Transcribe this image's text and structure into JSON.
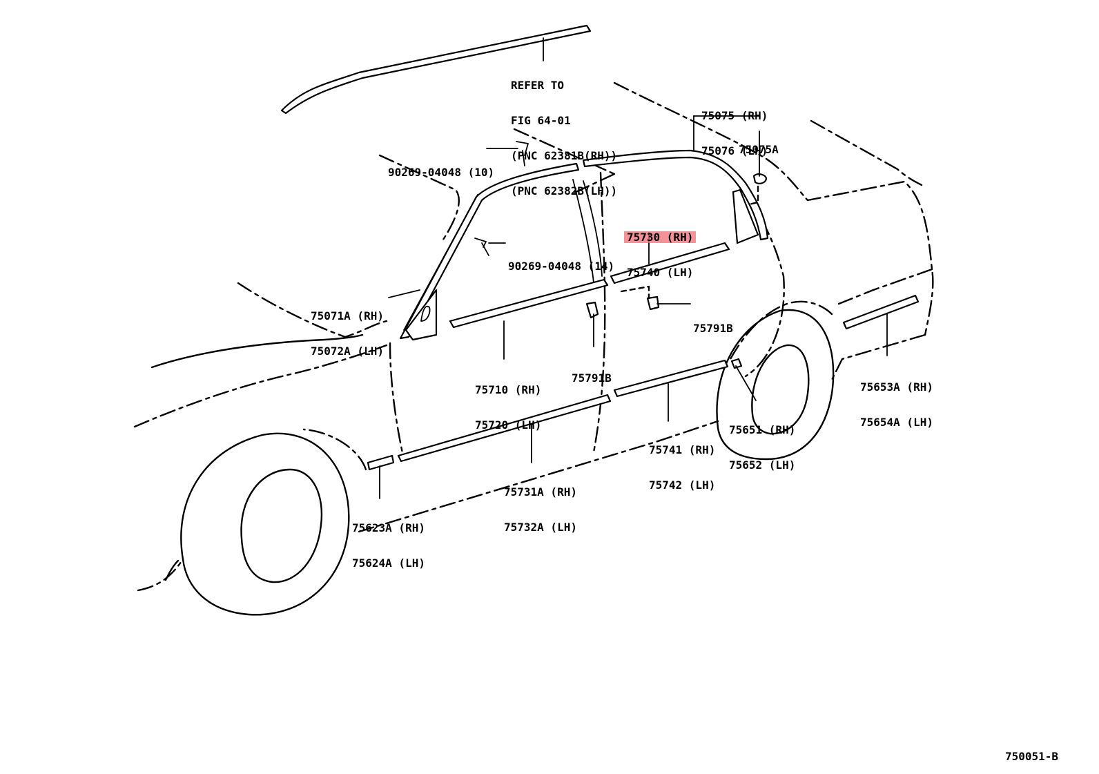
{
  "labels": {
    "refer_line1": "REFER TO",
    "refer_line2": "FIG 64-01",
    "refer_line3": "(PNC 62381B(RH))",
    "refer_line4": "(PNC 62382B(LH))",
    "p75075": "75075 (RH)",
    "p75076": "75076 (LH)",
    "p75075A": "75075A",
    "p90269_a": "90269-04048 (10)",
    "p90269_b": "90269-04048 (14)",
    "p75730": "75730 (RH)",
    "p75740": "75740 (LH)",
    "p75071A": "75071A (RH)",
    "p75072A": "75072A (LH)",
    "p75791B_a": "75791B",
    "p75791B_b": "75791B",
    "p75710": "75710 (RH)",
    "p75720": "75720 (LH)",
    "p75653A": "75653A (RH)",
    "p75654A": "75654A (LH)",
    "p75651": "75651 (RH)",
    "p75652": "75652 (LH)",
    "p75741": "75741 (RH)",
    "p75742": "75742 (LH)",
    "p75731A": "75731A (RH)",
    "p75732A": "75732A (LH)",
    "p75623A": "75623A (RH)",
    "p75624A": "75624A (LH)",
    "figure_code": "750051-B"
  },
  "highlight_color": "#f06e78"
}
